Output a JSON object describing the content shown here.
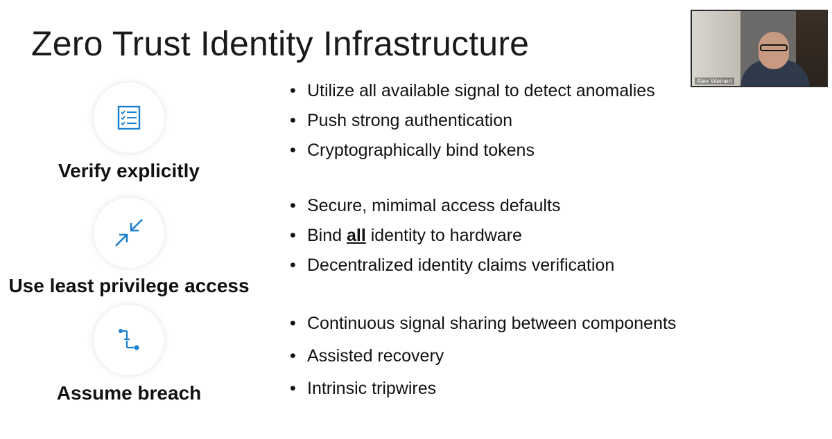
{
  "slide": {
    "title": "Zero Trust Identity Infrastructure",
    "accent_color": "#1a7fd0",
    "pillars": [
      {
        "icon": "checklist-icon",
        "label": "Verify explicitly",
        "bullets": [
          "Utilize all available signal to detect anomalies",
          "Push strong authentication",
          "Cryptographically bind tokens"
        ]
      },
      {
        "icon": "arrows-inward-icon",
        "label": "Use least privilege access",
        "bullets": [
          "Secure, mimimal access defaults",
          {
            "before": "Bind ",
            "emphasis": "all",
            "after": " identity to hardware"
          },
          "Decentralized identity claims verification"
        ]
      },
      {
        "icon": "branch-flow-icon",
        "label": "Assume breach",
        "bullets": [
          "Continuous signal sharing between components",
          "Assisted recovery",
          "Intrinsic tripwires"
        ]
      }
    ]
  },
  "webcam": {
    "participant_name": "Alex Weinert"
  }
}
